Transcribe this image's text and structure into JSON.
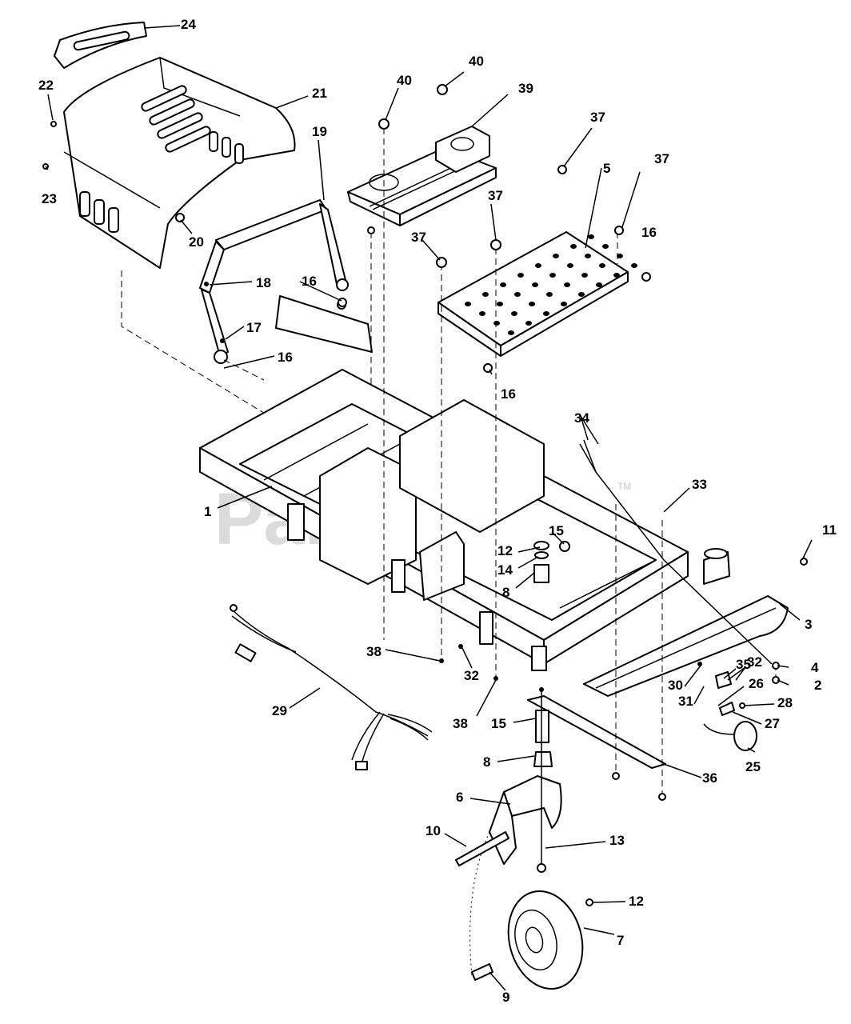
{
  "watermark": {
    "brand": "PartsTree",
    "mark": "TM"
  },
  "callouts": [
    {
      "id": "c24",
      "label": "24"
    },
    {
      "id": "c22",
      "label": "22"
    },
    {
      "id": "c21",
      "label": "21"
    },
    {
      "id": "c23",
      "label": "23"
    },
    {
      "id": "c19",
      "label": "19"
    },
    {
      "id": "c20",
      "label": "20"
    },
    {
      "id": "c18",
      "label": "18"
    },
    {
      "id": "c17",
      "label": "17"
    },
    {
      "id": "c16a",
      "label": "16"
    },
    {
      "id": "c16b",
      "label": "16"
    },
    {
      "id": "c16c",
      "label": "16"
    },
    {
      "id": "c16d",
      "label": "16"
    },
    {
      "id": "c40a",
      "label": "40"
    },
    {
      "id": "c40b",
      "label": "40"
    },
    {
      "id": "c39",
      "label": "39"
    },
    {
      "id": "c37a",
      "label": "37"
    },
    {
      "id": "c37b",
      "label": "37"
    },
    {
      "id": "c37c",
      "label": "37"
    },
    {
      "id": "c37d",
      "label": "37"
    },
    {
      "id": "c5",
      "label": "5"
    },
    {
      "id": "c1",
      "label": "1"
    },
    {
      "id": "c34",
      "label": "34"
    },
    {
      "id": "c33",
      "label": "33"
    },
    {
      "id": "c11",
      "label": "11"
    },
    {
      "id": "c15a",
      "label": "15"
    },
    {
      "id": "c12a",
      "label": "12"
    },
    {
      "id": "c14",
      "label": "14"
    },
    {
      "id": "c8a",
      "label": "8"
    },
    {
      "id": "c3",
      "label": "3"
    },
    {
      "id": "c38a",
      "label": "38"
    },
    {
      "id": "c32a",
      "label": "32"
    },
    {
      "id": "c38b",
      "label": "38"
    },
    {
      "id": "c35",
      "label": "35"
    },
    {
      "id": "c32b",
      "label": "32"
    },
    {
      "id": "c4",
      "label": "4"
    },
    {
      "id": "c2",
      "label": "2"
    },
    {
      "id": "c30",
      "label": "30"
    },
    {
      "id": "c26",
      "label": "26"
    },
    {
      "id": "c31",
      "label": "31"
    },
    {
      "id": "c28",
      "label": "28"
    },
    {
      "id": "c27",
      "label": "27"
    },
    {
      "id": "c29",
      "label": "29"
    },
    {
      "id": "c15b",
      "label": "15"
    },
    {
      "id": "c8b",
      "label": "8"
    },
    {
      "id": "c25",
      "label": "25"
    },
    {
      "id": "c36",
      "label": "36"
    },
    {
      "id": "c6",
      "label": "6"
    },
    {
      "id": "c10",
      "label": "10"
    },
    {
      "id": "c13",
      "label": "13"
    },
    {
      "id": "c12b",
      "label": "12"
    },
    {
      "id": "c7",
      "label": "7"
    },
    {
      "id": "c9",
      "label": "9"
    }
  ]
}
